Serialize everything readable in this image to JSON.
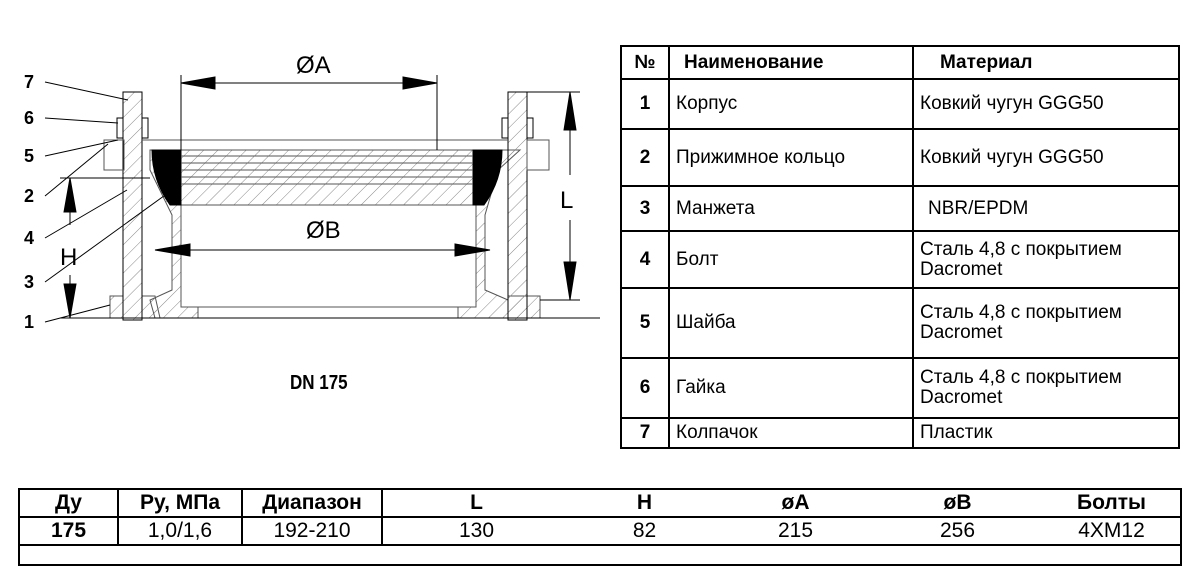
{
  "drawing": {
    "labels": [
      "7",
      "6",
      "5",
      "2",
      "4",
      "3",
      "1"
    ],
    "dim_a": "ØA",
    "dim_b": "ØB",
    "dim_l": "L",
    "dim_h": "H",
    "caption": "DN 175"
  },
  "parts_table": {
    "headers": [
      "№",
      "Наименование",
      "Материал"
    ],
    "rows": [
      {
        "num": "1",
        "name": "Корпус",
        "material": "Ковкий чугун GGG50"
      },
      {
        "num": "2",
        "name": "Прижимное кольцо",
        "material": "Ковкий чугун GGG50"
      },
      {
        "num": "3",
        "name": "Манжета",
        "material": "NBR/EPDM"
      },
      {
        "num": "4",
        "name": "Болт",
        "material": "Сталь 4,8 с покрытием Dacromet"
      },
      {
        "num": "5",
        "name": "Шайба",
        "material": "Сталь 4,8 с покрытием Dacromet"
      },
      {
        "num": "6",
        "name": "Гайка",
        "material": "Сталь 4,8 с покрытием Dacromet"
      },
      {
        "num": "7",
        "name": "Колпачок",
        "material": "Пластик"
      }
    ]
  },
  "spec_table": {
    "headers": [
      "Ду",
      "Ру, МПа",
      "Диапазон",
      "L",
      "H",
      "øA",
      "øB",
      "Болты"
    ],
    "row": [
      "175",
      "1,0/1,6",
      "192-210",
      "130",
      "82",
      "215",
      "256",
      "4XM12"
    ]
  }
}
